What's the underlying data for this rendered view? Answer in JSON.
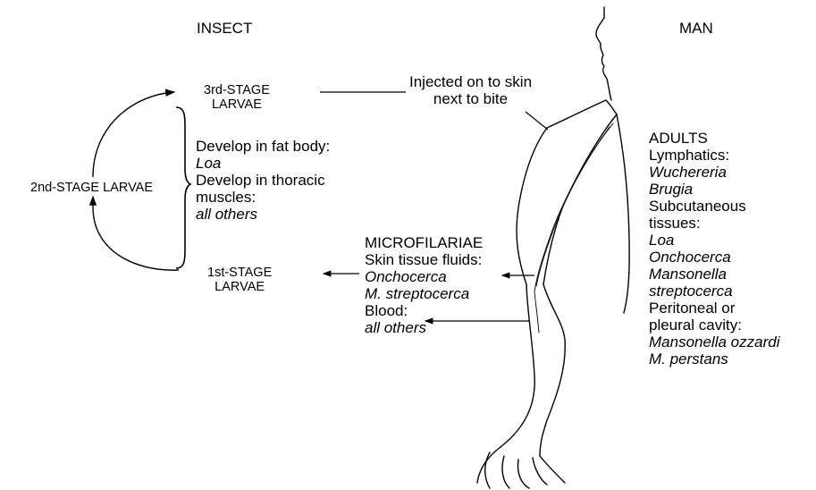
{
  "headers": {
    "insect": "INSECT",
    "man": "MAN"
  },
  "insect": {
    "third_stage": [
      "3rd-STAGE",
      "LARVAE"
    ],
    "second_stage": "2nd-STAGE LARVAE",
    "first_stage": [
      "1st-STAGE",
      "LARVAE"
    ],
    "development": {
      "fat_body": "Develop in fat body:",
      "fat_body_species": "Loa",
      "thoracic_1": "Develop in thoracic",
      "thoracic_2": "muscles:",
      "thoracic_species": "all others"
    }
  },
  "transmission": {
    "line1": "Injected on to skin",
    "line2": "next to bite"
  },
  "microfilariae": {
    "title": "MICROFILARIAE",
    "skin_label": "Skin tissue fluids:",
    "skin_species": [
      "Onchocerca",
      "M. streptocerca"
    ],
    "blood_label": "Blood:",
    "blood_species": "all others"
  },
  "adults": {
    "title": "ADULTS",
    "lymphatics_label": "Lymphatics:",
    "lymphatics_species": [
      "Wuchereria",
      "Brugia"
    ],
    "subcut_label": [
      "Subcutaneous",
      "tissues:"
    ],
    "subcut_species": [
      "Loa",
      "Onchocerca",
      "Mansonella",
      "streptocerca"
    ],
    "peritoneal_label": [
      "Peritoneal or",
      "pleural cavity:"
    ],
    "peritoneal_species": [
      "Mansonella ozzardi",
      "M. perstans"
    ]
  }
}
